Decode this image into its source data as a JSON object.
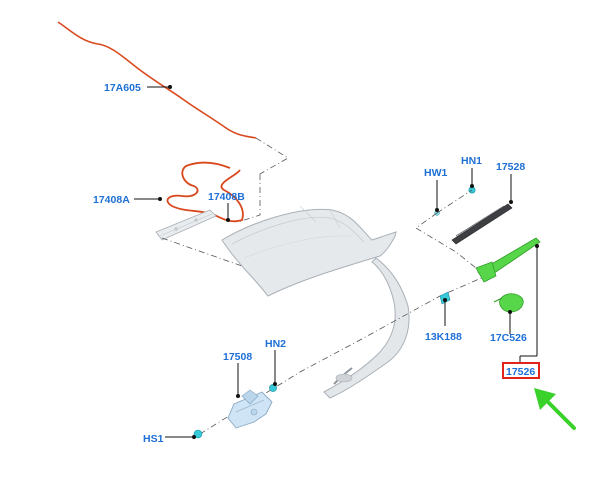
{
  "labels": {
    "p17A605": "17A605",
    "p17408A": "17408A",
    "p17408B": "17408B",
    "pHW1": "HW1",
    "pHN1": "HN1",
    "p17528": "17528",
    "p13K188": "13K188",
    "p17C526": "17C526",
    "p17526": "17526",
    "p17508": "17508",
    "pHN2": "HN2",
    "pHS1": "HS1"
  },
  "highlight": {
    "part": "17526",
    "box_color": "#e2231a",
    "arrow_color": "#39d12a"
  },
  "colors": {
    "label": "#1e6fd6",
    "hose": "#d9481c",
    "highlighted_part": "#57d64a",
    "clip": "#37c9d8"
  }
}
